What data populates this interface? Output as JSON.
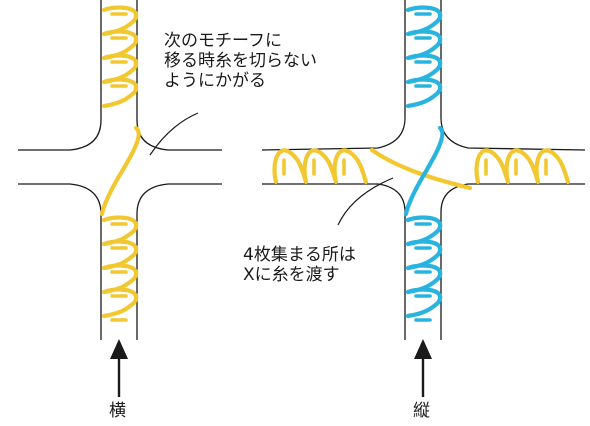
{
  "annotations": {
    "top_note": "次のモチーフに\n移る時糸を切らない\nようにかがる",
    "middle_note": "4枚集まる所は\nXに糸を渡す"
  },
  "labels": {
    "left": "横",
    "right": "縦"
  },
  "colors": {
    "left_stitch": "#f2c832",
    "right_stitch": "#29b4e0",
    "outline": "#1a1a1a",
    "background": "#ffffff"
  }
}
